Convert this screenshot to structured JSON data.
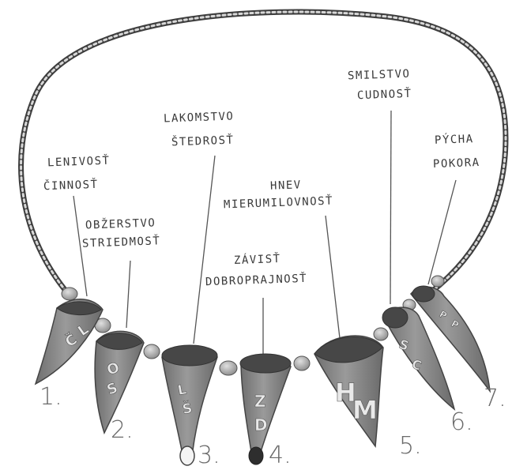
{
  "labels": {
    "l1_top": "LENIVOSŤ",
    "l1_bot": "ČINNOSŤ",
    "l2_top": "OBŽERSTVO",
    "l2_bot": "STRIEDMOSŤ",
    "l3_top": "LAKOMSTVO",
    "l3_bot": "ŠTEDROSŤ",
    "l4_top": "ZÁVISŤ",
    "l4_bot": "DOBROPRAJNOSŤ",
    "l5_top": "HNEV",
    "l5_bot": "MIERUMILOVNOSŤ",
    "l6_top": "SMILSTVO",
    "l6_bot": "CUDNOSŤ",
    "l7_top": "PÝCHA",
    "l7_bot": "POKORA"
  },
  "numbers": [
    "1.",
    "2.",
    "3.",
    "4.",
    "5.",
    "6.",
    "7."
  ],
  "fang_letters": {
    "f1": [
      "Č",
      "L"
    ],
    "f2": [
      "O",
      "S"
    ],
    "f3": [
      "L",
      "Š"
    ],
    "f4": [
      "Z",
      "D"
    ],
    "f5": [
      "H",
      "M"
    ],
    "f6": [
      "S",
      "C"
    ],
    "f7": [
      "P",
      "P"
    ]
  },
  "colors": {
    "cord": "#4a4a4a",
    "tooth": "#8c8c8c",
    "cap": "#454545",
    "bead": "#b0b0b0"
  }
}
